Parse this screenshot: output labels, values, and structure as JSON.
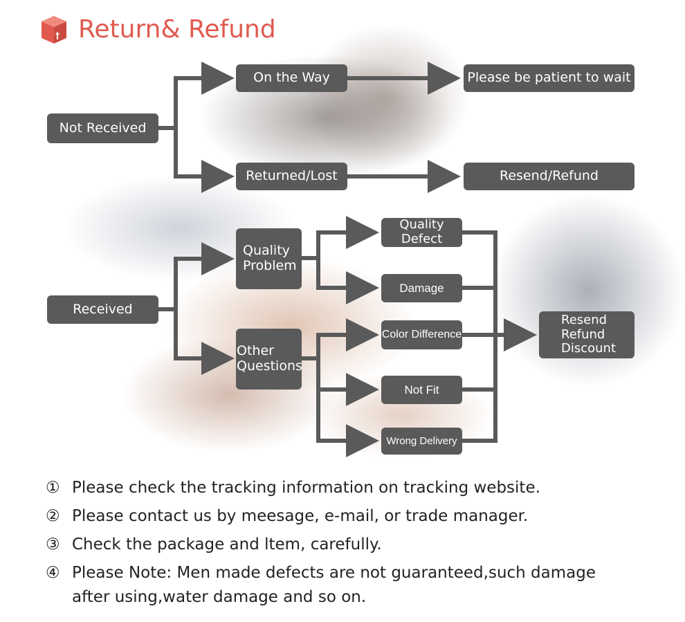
{
  "header": {
    "title": "Return& Refund",
    "accent_color": "#e05a4f",
    "icon": "box-icon"
  },
  "flow": {
    "box_color": "#5a5a5a",
    "line_color": "#5a5a5a",
    "nodes": {
      "not_received": "Not Received",
      "on_the_way": "On the Way",
      "please_wait": "Please be patient to wait",
      "returned_lost": "Returned/Lost",
      "resend_refund": "Resend/Refund",
      "received": "Received",
      "quality_problem": "Quality\nProblem",
      "other_questions": "Other\nQuestions",
      "quality_defect": "Quality\nDefect",
      "damage": "Damage",
      "color_difference": "Color Difference",
      "not_fit": "Not Fit",
      "wrong_delivery": "Wrong Delivery",
      "resend_refund_discount": "Resend\nRefund\nDiscount"
    }
  },
  "notes": [
    {
      "num": "①",
      "text": "Please check the tracking information on tracking website."
    },
    {
      "num": "②",
      "text": "Please contact us by meesage, e-mail, or trade manager."
    },
    {
      "num": "③",
      "text": "Check the package and ltem, carefully."
    },
    {
      "num": "④",
      "text": "Please Note: Men made defects  are not guaranteed,such damage\nafter using,water damage and so on."
    }
  ]
}
